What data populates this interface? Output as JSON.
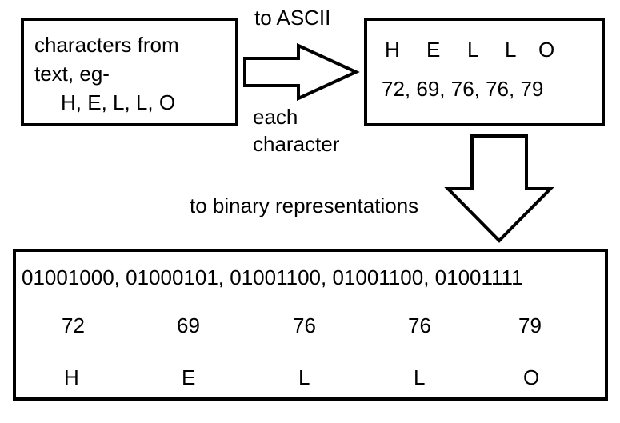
{
  "source_box": {
    "line1": "characters from",
    "line2": "text, eg-",
    "line3": "H, E, L, L, O"
  },
  "ascii_box": {
    "letters": [
      "H",
      "E",
      "L",
      "L",
      "O"
    ],
    "codes_line": "72, 69, 76, 76, 79"
  },
  "arrow_labels": {
    "to_ascii": "to ASCII",
    "each": "each",
    "character": "character",
    "to_binary": "to binary representations"
  },
  "binary_box": {
    "binary_line": "01001000, 01000101, 01001100, 01001100, 01001111",
    "codes": [
      "72",
      "69",
      "76",
      "76",
      "79"
    ],
    "letters": [
      "H",
      "E",
      "L",
      "L",
      "O"
    ]
  }
}
